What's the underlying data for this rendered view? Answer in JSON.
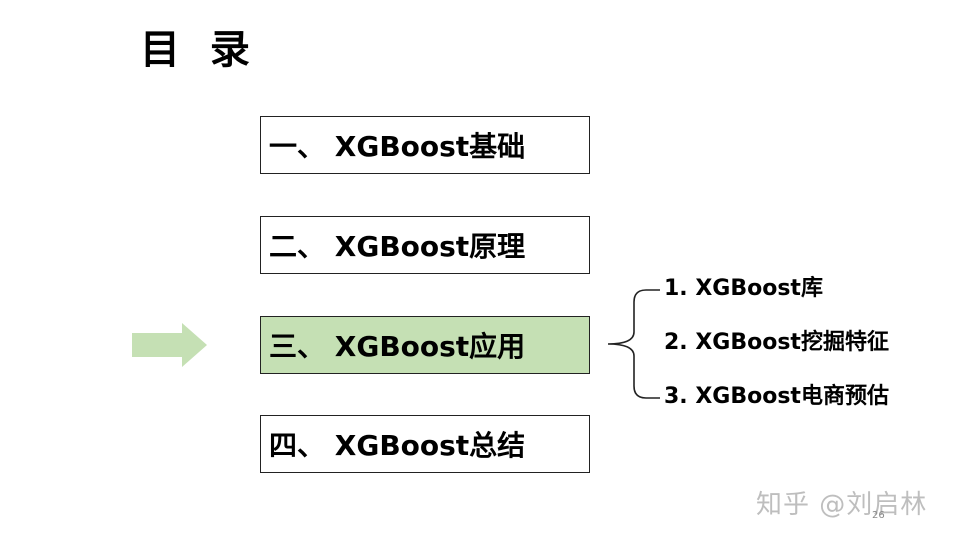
{
  "slide": {
    "title": "目 录",
    "items": [
      {
        "label": "一、 XGBoost基础"
      },
      {
        "label": "二、 XGBoost原理"
      },
      {
        "label": "三、 XGBoost应用"
      },
      {
        "label": "四、 XGBoost总结"
      }
    ],
    "active_item_index": 2,
    "sub_items": [
      {
        "label": "1. XGBoost库"
      },
      {
        "label": "2. XGBoost挖掘特征"
      },
      {
        "label": "3. XGBoost电商预估"
      }
    ],
    "watermark": "知乎 @刘启林",
    "page_number": "26"
  },
  "colors": {
    "active_fill": "#c5e0b4",
    "arrow_fill": "#c5e0b4",
    "border": "#222222",
    "watermark": "#8a8a8a"
  },
  "icons": {
    "pointer": "right-arrow-icon",
    "grouping": "curly-brace-icon"
  }
}
